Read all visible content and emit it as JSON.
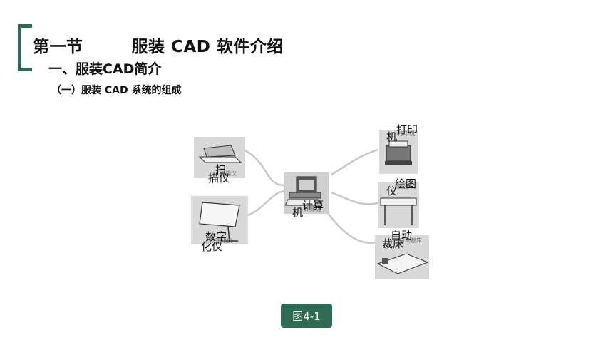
{
  "header": {
    "title": "第一节        服装 CAD 软件介绍",
    "subtitle": "一、服装CAD简介",
    "section": "（一）服装 CAD 系统的组成"
  },
  "diagram": {
    "scanner": {
      "label_a": "扫",
      "label_b": "描仪",
      "caption": "扫描仪"
    },
    "digitizer": {
      "label_a": "数字",
      "label_b": "化仪",
      "caption": "数字化仪"
    },
    "computer": {
      "label_a": "计算",
      "label_b": "机",
      "caption": "计算机"
    },
    "printer": {
      "label_a": "打印",
      "label_b": "机",
      "caption": "打印机"
    },
    "plotter": {
      "label_a": "绘图",
      "label_b": "仪",
      "caption": "绘图仪"
    },
    "cutter": {
      "label_a": "自动",
      "label_b": "裁床",
      "caption": "自动裁床"
    }
  },
  "figure_caption": "图4-1",
  "colors": {
    "accent": "#2f6b52"
  }
}
